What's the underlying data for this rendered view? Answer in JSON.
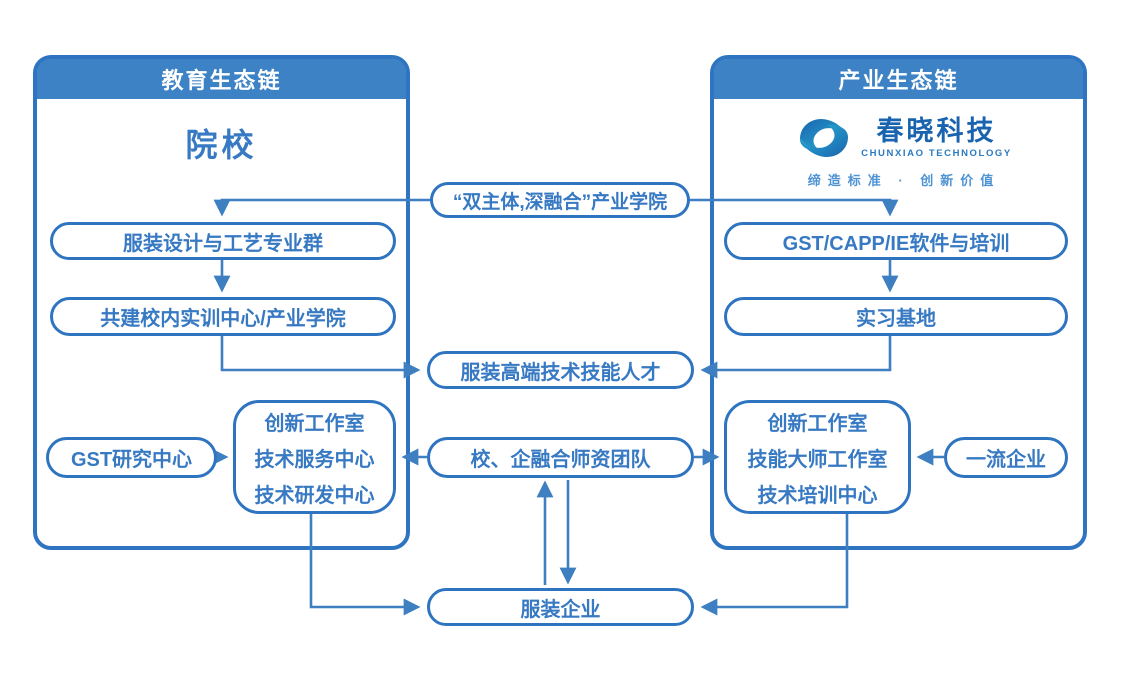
{
  "diagram": {
    "accent_colors": {
      "panel_border": "#2e74c0",
      "header_fill": "#3d82c4",
      "text_blue": "#3779c2",
      "wire_blue": "#3e7fc1",
      "logo_dark_blue": "#1a63ae",
      "logo_teal": "#29b6d8"
    },
    "left": {
      "header": "教育生态链",
      "title": "院校",
      "pill1": "服装设计与工艺专业群",
      "pill2": "共建校内实训中心/产业学院",
      "gst_center": "GST研究中心",
      "rect_line1": "创新工作室",
      "rect_line2": "技术服务中心",
      "rect_line3": "技术研发中心"
    },
    "right": {
      "header": "产业生态链",
      "logo_cn": "春晓科技",
      "logo_en": "CHUNXIAO TECHNOLOGY",
      "logo_tagline": "缔造标准 · 创新价值",
      "pill1": "GST/CAPP/IE软件与培训",
      "pill2": "实习基地",
      "rect_line1": "创新工作室",
      "rect_line2": "技能大师工作室",
      "rect_line3": "技术培训中心",
      "enterprise": "一流企业"
    },
    "center": {
      "top_pill": "“双主体,深融合”产业学院",
      "talent_pill": "服装高端技术技能人才",
      "team_pill": "校、企融合师资团队",
      "bottom_pill": "服装企业"
    }
  }
}
